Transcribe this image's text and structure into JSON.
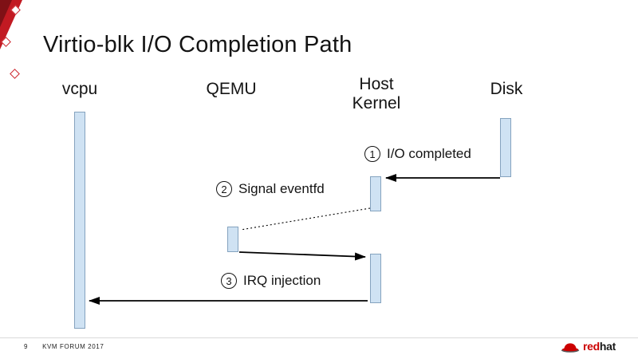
{
  "slide": {
    "title": "Virtio-blk I/O Completion Path",
    "footer": {
      "page_number": "9",
      "event_name": "KVM FORUM 2017"
    },
    "logo": {
      "word_red": "red",
      "word_hat": "hat"
    }
  },
  "diagram": {
    "type": "sequence-diagram",
    "lanes": [
      {
        "label": "vcpu"
      },
      {
        "label": "QEMU"
      },
      {
        "label": "Host Kernel"
      },
      {
        "label": "Disk"
      }
    ],
    "steps": [
      {
        "number": "1",
        "label": "I/O completed",
        "from": "Disk",
        "to": "Host Kernel",
        "line_style": "solid"
      },
      {
        "number": "2",
        "label": "Signal eventfd",
        "from": "Host Kernel",
        "to": "QEMU",
        "line_style": "dotted"
      },
      {
        "number": "3",
        "label": "IRQ injection",
        "from": "Host Kernel",
        "to": "vcpu",
        "line_style": "solid"
      }
    ],
    "colors": {
      "lifeline_fill": "#cfe2f3",
      "lifeline_border": "#85a3bf",
      "arrow": "#000000",
      "accent_red": "#cc0000"
    }
  }
}
